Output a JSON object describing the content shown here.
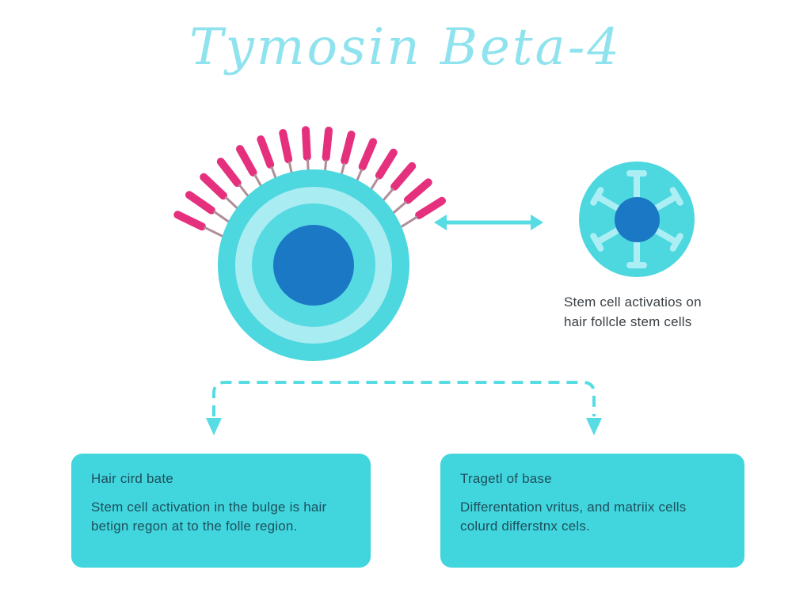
{
  "page": {
    "title": "Tymosin Beta-4"
  },
  "diagram": {
    "large_cell": {
      "pin_count": 15
    },
    "small_cell": {
      "spoke_count": 6
    },
    "caption": {
      "line1": "Stem cell activatios on",
      "line2": "hair follcle stem cells"
    }
  },
  "boxes": [
    {
      "title": "Hair cird bate",
      "body": "Stem cell activation in the bulge is hair betign regon at to the folle region."
    },
    {
      "title": "Tragetl of base",
      "body": "Differentation vritus, and matriix cells colurd differstnx cels."
    }
  ],
  "icons": {
    "pin": "pin-icon (magenta-headed filament on large cell)",
    "spoke": "spoke-icon (light T-shaped ray on small cell)",
    "double_arrow": "double-arrow-icon (horizontal two-headed arrow)",
    "down_arrow": "down-arrow-icon (dashed connector arrowheads)"
  },
  "colors": {
    "title-text": "#8fe3ee",
    "cell-body": "#4dd7de",
    "cell-ring": "#a9ecf2",
    "cell-inner": "#56dae1",
    "nucleus": "#1b78c5",
    "pin-head": "#e5307d",
    "pin-stalk": "#b18d98",
    "spoke": "#abeff5",
    "connector": "#58dce4",
    "box-bg": "#41d6dd",
    "box-text": "#1e4f5d",
    "caption-text": "#3a4045"
  }
}
